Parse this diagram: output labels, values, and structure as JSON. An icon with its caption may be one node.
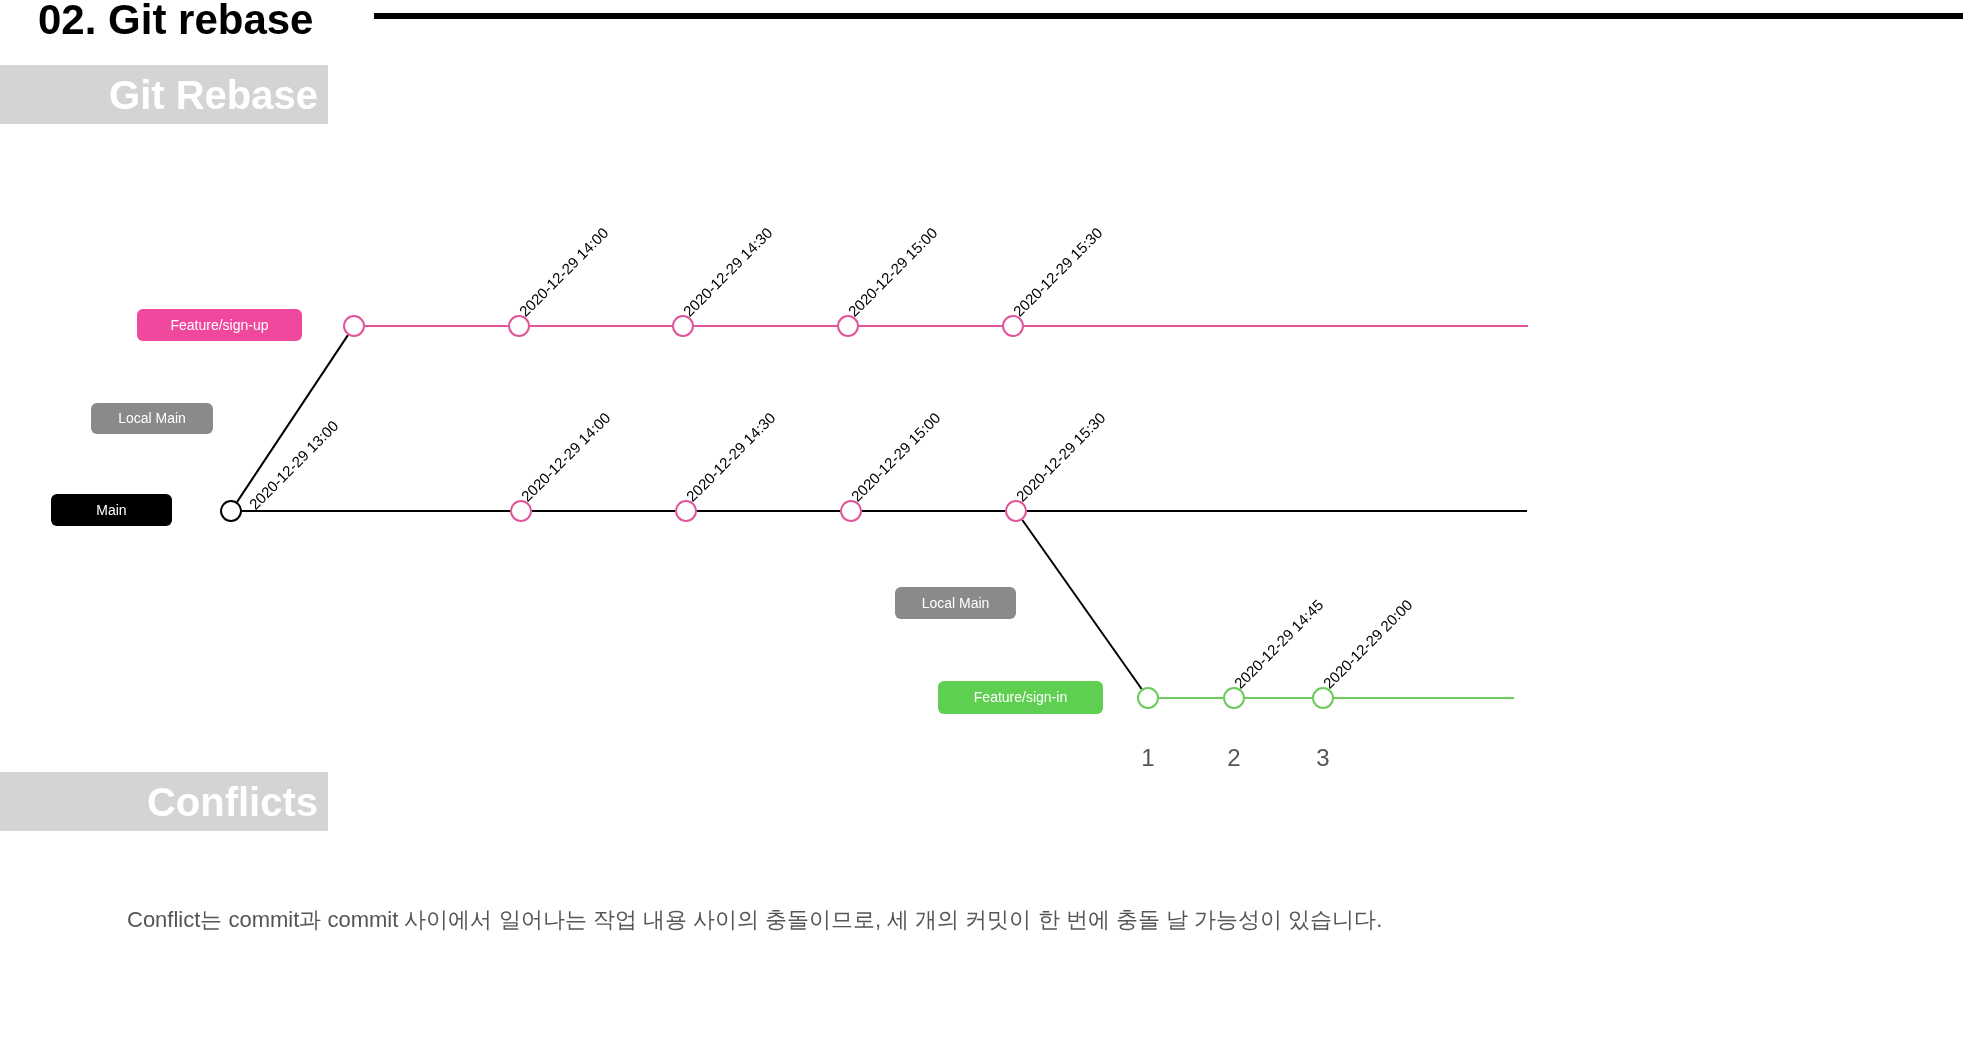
{
  "diagram": {
    "title": "02. Git rebase",
    "nodes": [
      {
        "text": [
          "Feature/sign-up"
        ]
      },
      {
        "text": [
          "Local Main"
        ]
      },
      {
        "text": [
          "Main"
        ]
      },
      {
        "text": [],
        "shape": "circle",
        "beside": [
          "2020-12-29 13:00"
        ]
      },
      {
        "text": [],
        "shape": "circle"
      },
      {
        "text": [],
        "shape": "circle",
        "beside": [
          "2020-12-29 14:00"
        ]
      },
      {
        "text": [],
        "shape": "circle",
        "beside": [
          "2020-12-29 14:30"
        ]
      },
      {
        "text": [],
        "shape": "circle",
        "beside": [
          "2020-12-29 15:00"
        ]
      },
      {
        "text": [],
        "shape": "circle",
        "beside": [
          "2020-12-29 15:30"
        ]
      },
      {
        "text": [],
        "shape": "circle",
        "beside": [
          "2020-12-29 14:00"
        ]
      },
      {
        "text": [],
        "shape": "circle",
        "beside": [
          "2020-12-29 14:30"
        ]
      },
      {
        "text": [],
        "shape": "circle",
        "beside": [
          "2020-12-29 15:00"
        ]
      },
      {
        "text": [],
        "shape": "circle",
        "beside": [
          "2020-12-29 15:30"
        ]
      },
      {
        "text": [
          "Local Main"
        ]
      },
      {
        "text": [
          "Feature/sign-in"
        ]
      },
      {
        "text": [],
        "shape": "circle"
      },
      {
        "text": [],
        "shape": "circle",
        "beside": [
          "2020-12-29 14:45"
        ]
      },
      {
        "text": [],
        "shape": "circle",
        "beside": [
          "2020-12-29 20:00"
        ]
      }
    ],
    "edges": [
      {
        "from": 3,
        "to": 4,
        "arrow": "none"
      },
      {
        "from": 4,
        "to": 5,
        "arrow": "none",
        "color": "#e0559a"
      },
      {
        "from": 5,
        "to": 6,
        "arrow": "none",
        "color": "#e0559a"
      },
      {
        "from": 6,
        "to": 7,
        "arrow": "none",
        "color": "#e0559a"
      },
      {
        "from": 7,
        "to": 8,
        "arrow": "none",
        "color": "#e0559a"
      },
      {
        "from": 8,
        "to": null,
        "arrow": "none",
        "color": "#e0559a"
      },
      {
        "from": 3,
        "to": 9,
        "arrow": "none"
      },
      {
        "from": 9,
        "to": 10,
        "arrow": "none"
      },
      {
        "from": 10,
        "to": 11,
        "arrow": "none"
      },
      {
        "from": 11,
        "to": 12,
        "arrow": "none"
      },
      {
        "from": 12,
        "to": null,
        "arrow": "none"
      },
      {
        "from": 12,
        "to": 15,
        "arrow": "none"
      },
      {
        "from": 15,
        "to": 16,
        "arrow": "none",
        "color": "#6acb5a"
      },
      {
        "from": 16,
        "to": 17,
        "arrow": "none",
        "color": "#6acb5a"
      },
      {
        "from": 17,
        "to": null,
        "arrow": "none",
        "color": "#6acb5a"
      }
    ],
    "labels": [
      "Git Rebase",
      "1",
      "2",
      "3",
      "Conflicts",
      "Conflict는 commit과 commit 사이에서 일어나는 작업 내용 사이의 충돌이므로, 세 개의 커밋이 한 번에 충돌 날 가능성이 있습니다."
    ]
  }
}
